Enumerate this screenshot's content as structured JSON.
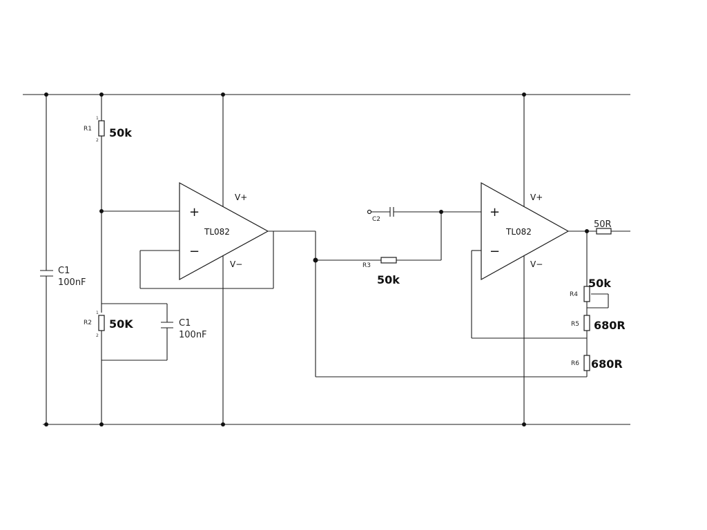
{
  "components": {
    "c1_left": {
      "ref": "C1",
      "value": "100nF"
    },
    "c1_mid": {
      "ref": "C1",
      "value": "100nF"
    },
    "r1": {
      "ref": "R1",
      "value": "50k",
      "pin1": "1",
      "pin2": "2"
    },
    "r2": {
      "ref": "R2",
      "value": "50K",
      "pin1": "1",
      "pin2": "2"
    },
    "r3": {
      "ref": "R3",
      "value": "50k"
    },
    "c2": {
      "ref": "C2"
    },
    "r4": {
      "ref": "R4",
      "value": "50k"
    },
    "r5": {
      "ref": "R5",
      "value": "680R"
    },
    "r6": {
      "ref": "R6",
      "value": "680R"
    },
    "r_out": {
      "value": "50R"
    }
  },
  "opamps": [
    {
      "part": "TL082",
      "plus": "+",
      "minus": "−",
      "vplus": "V+",
      "vminus": "V−"
    },
    {
      "part": "TL082",
      "plus": "+",
      "minus": "−",
      "vplus": "V+",
      "vminus": "V−"
    }
  ]
}
